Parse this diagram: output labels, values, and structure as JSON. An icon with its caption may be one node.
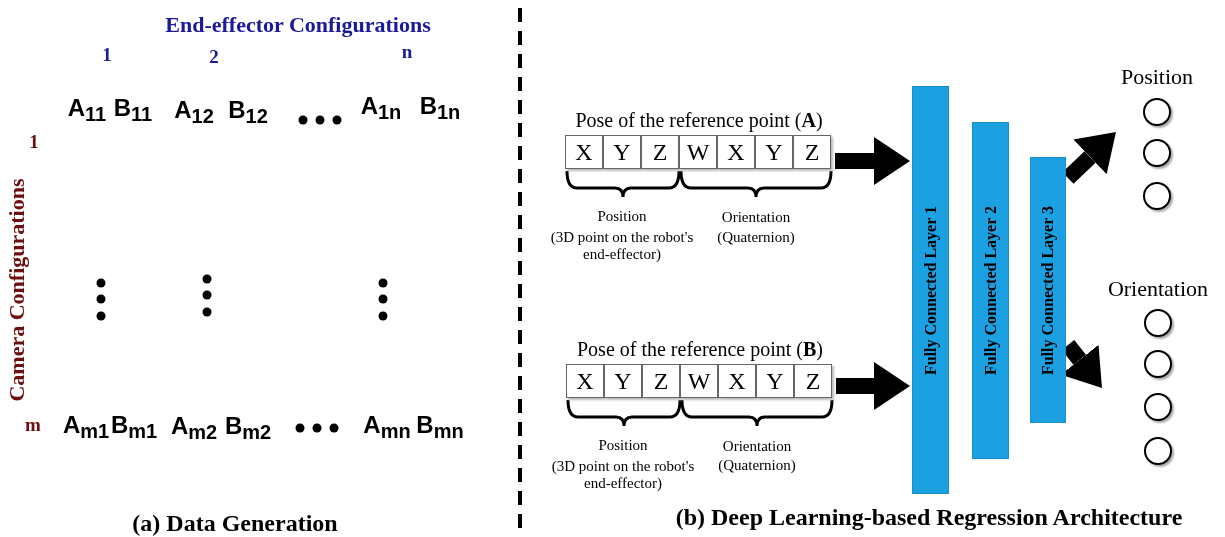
{
  "diagram": {
    "nodes": [
      {
        "text": [
          "Pose of the reference point (**A**)"
        ]
      },
      {
        "text": [
          "X"
        ],
        "in": 0
      },
      {
        "text": [
          "Y"
        ],
        "in": 0
      },
      {
        "text": [
          "Z"
        ],
        "in": 0
      },
      {
        "text": [
          "W"
        ],
        "in": 0
      },
      {
        "text": [
          "X"
        ],
        "in": 0
      },
      {
        "text": [
          "Y"
        ],
        "in": 0
      },
      {
        "text": [
          "Z"
        ],
        "in": 0
      },
      {
        "text": [
          "Pose of the reference point (**B**)"
        ]
      },
      {
        "text": [
          "X"
        ],
        "in": 8
      },
      {
        "text": [
          "Y"
        ],
        "in": 8
      },
      {
        "text": [
          "Z"
        ],
        "in": 8
      },
      {
        "text": [
          "W"
        ],
        "in": 8
      },
      {
        "text": [
          "X"
        ],
        "in": 8
      },
      {
        "text": [
          "Y"
        ],
        "in": 8
      },
      {
        "text": [
          "Z"
        ],
        "in": 8
      },
      {
        "text": [
          "Fully Connected Layer 1"
        ]
      },
      {
        "text": [
          "Fully Connected Layer 2"
        ]
      },
      {
        "text": [
          "Fully Connected Layer 3"
        ]
      },
      {
        "text": [
          "Position"
        ]
      },
      {
        "text": [],
        "shape": "circle",
        "in": 19
      },
      {
        "text": [],
        "shape": "circle",
        "in": 19
      },
      {
        "text": [],
        "shape": "circle",
        "in": 19
      },
      {
        "text": [
          "Orientation"
        ]
      },
      {
        "text": [],
        "shape": "circle",
        "in": 23
      },
      {
        "text": [],
        "shape": "circle",
        "in": 23
      },
      {
        "text": [],
        "shape": "circle",
        "in": 23
      },
      {
        "text": [],
        "shape": "circle",
        "in": 23
      }
    ],
    "edges": [
      {
        "from": 0,
        "to": 16,
        "arrow": "to"
      },
      {
        "from": 8,
        "to": 16,
        "arrow": "to"
      },
      {
        "from": 18,
        "to": 19,
        "arrow": "to"
      },
      {
        "from": 18,
        "to": 23,
        "arrow": "to"
      }
    ],
    "labels": [
      "End-effector Configurations",
      "1",
      "2",
      "n",
      "A$_{11}$",
      "B$_{11}$",
      "A$_{12}$",
      "B$_{12}$",
      "A$_{1n}$",
      "B$_{1n}$",
      "1",
      "Camera Configurations",
      "m",
      "A$_{m1}$",
      "B$_{m1}$",
      "A$_{m2}$",
      "B$_{m2}$",
      "A$_{mn}$",
      "B$_{mn}$",
      "(a) Data Generation",
      "Position",
      "(3D point on the robot's end-effector)",
      "Orientation",
      "(Quaternion)",
      "Position",
      "(3D point on the robot's end-effector)",
      "Orientation",
      "(Quaternion)",
      "(b) Deep Learning-based Regression Architecture"
    ]
  }
}
